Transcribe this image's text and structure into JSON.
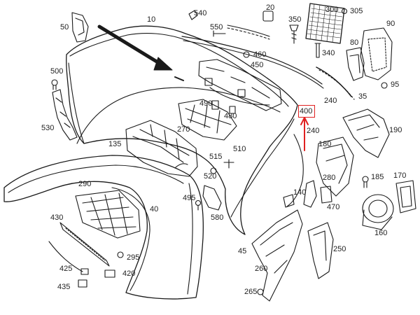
{
  "labels": {
    "p10": "10",
    "p20": "20",
    "p35": "35",
    "p40": "40",
    "p45": "45",
    "p50": "50",
    "p80": "80",
    "p90": "90",
    "p95": "95",
    "p135": "135",
    "p140": "140",
    "p160": "160",
    "p170": "170",
    "p180": "180",
    "p185": "185",
    "p190": "190",
    "p240a": "240",
    "p240b": "240",
    "p250": "250",
    "p260": "260",
    "p265": "265",
    "p270": "270",
    "p280": "280",
    "p290": "290",
    "p295": "295",
    "p300": "300",
    "p305": "305",
    "p340": "340",
    "p350": "350",
    "p400": "400",
    "p420": "420",
    "p425": "425",
    "p430": "430",
    "p435": "435",
    "p450": "450",
    "p460": "460",
    "p470": "470",
    "p480": "480",
    "p490": "490",
    "p495": "495",
    "p500": "500",
    "p510": "510",
    "p515": "515",
    "p520": "520",
    "p530": "530",
    "p540": "540",
    "p550": "550",
    "p580": "580"
  },
  "highlight": {
    "part": "400",
    "color": "#e02020"
  },
  "colors": {
    "line": "#1a1a1a",
    "label": "#222222",
    "fill": "#ffffff"
  }
}
